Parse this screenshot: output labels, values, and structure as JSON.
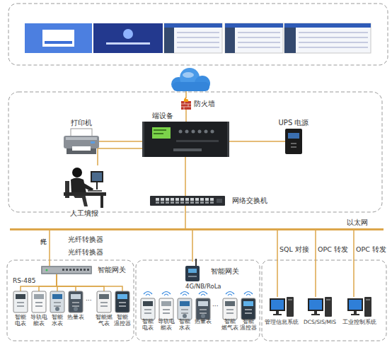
{
  "diagram": {
    "nodes": [
      {
        "text": [
          "防火墙"
        ]
      },
      {
        "text": [
          "打印机"
        ]
      },
      {
        "text": [
          "端设备"
        ]
      },
      {
        "text": [
          "UPS 电源"
        ]
      },
      {
        "text": [
          "人工填报"
        ]
      },
      {
        "text": [
          "网络交换机"
        ]
      },
      {
        "text": [
          "以太网"
        ]
      },
      {
        "text": [
          "智能网关"
        ]
      },
      {
        "text": [
          "智能 电表"
        ]
      },
      {
        "text": [
          "导轨电 能表"
        ]
      },
      {
        "text": [
          "智能 水表"
        ]
      },
      {
        "text": [
          "热量表"
        ]
      },
      {
        "text": [
          "智能燃 气表"
        ]
      },
      {
        "text": [
          "智能 温控器"
        ]
      },
      {
        "text": [
          "智能网关"
        ]
      },
      {
        "text": [
          "智能 电表"
        ]
      },
      {
        "text": [
          "导轨电 能表"
        ]
      },
      {
        "text": [
          "智能 水表"
        ]
      },
      {
        "text": [
          "热量表"
        ]
      },
      {
        "text": [
          "智能 燃气表"
        ]
      },
      {
        "text": [
          "智能 温控器"
        ]
      },
      {
        "text": [
          "管理信息系统"
        ]
      },
      {
        "text": [
          "DCS/SIS/MIS"
        ]
      },
      {
        "text": [
          "工业控制系统"
        ]
      }
    ],
    "edges": [
      {
        "from": 0,
        "to": 2,
        "arrow": "none"
      },
      {
        "from": 1,
        "to": 2,
        "arrow": "none"
      },
      {
        "from": 2,
        "to": 3,
        "arrow": "none"
      },
      {
        "from": 4,
        "to": 2,
        "arrow": "none"
      },
      {
        "from": 2,
        "to": 5,
        "arrow": "none"
      },
      {
        "from": 5,
        "to": 6,
        "arrow": "none"
      },
      {
        "from": 6,
        "to": 7,
        "label": "光纤",
        "arrow": "none"
      },
      {
        "from": 6,
        "to": 14,
        "arrow": "none"
      },
      {
        "from": 6,
        "to": 21,
        "label": "SQL 对接",
        "arrow": "none"
      },
      {
        "from": 6,
        "to": 22,
        "label": "OPC 转发",
        "arrow": "none"
      },
      {
        "from": 6,
        "to": 23,
        "label": "OPC 转发",
        "arrow": "none"
      },
      {
        "from": 7,
        "to": 8,
        "arrow": "none"
      },
      {
        "from": 7,
        "to": 9,
        "arrow": "none"
      },
      {
        "from": 7,
        "to": 10,
        "arrow": "none"
      },
      {
        "from": 7,
        "to": 11,
        "arrow": "none"
      },
      {
        "from": 7,
        "to": 12,
        "arrow": "none"
      },
      {
        "from": 7,
        "to": 13,
        "arrow": "none"
      }
    ],
    "labels": [
      "光纤转换器",
      "光纤转换器",
      "RS-485",
      "···",
      "4G/NB/RoLa",
      "···"
    ]
  }
}
